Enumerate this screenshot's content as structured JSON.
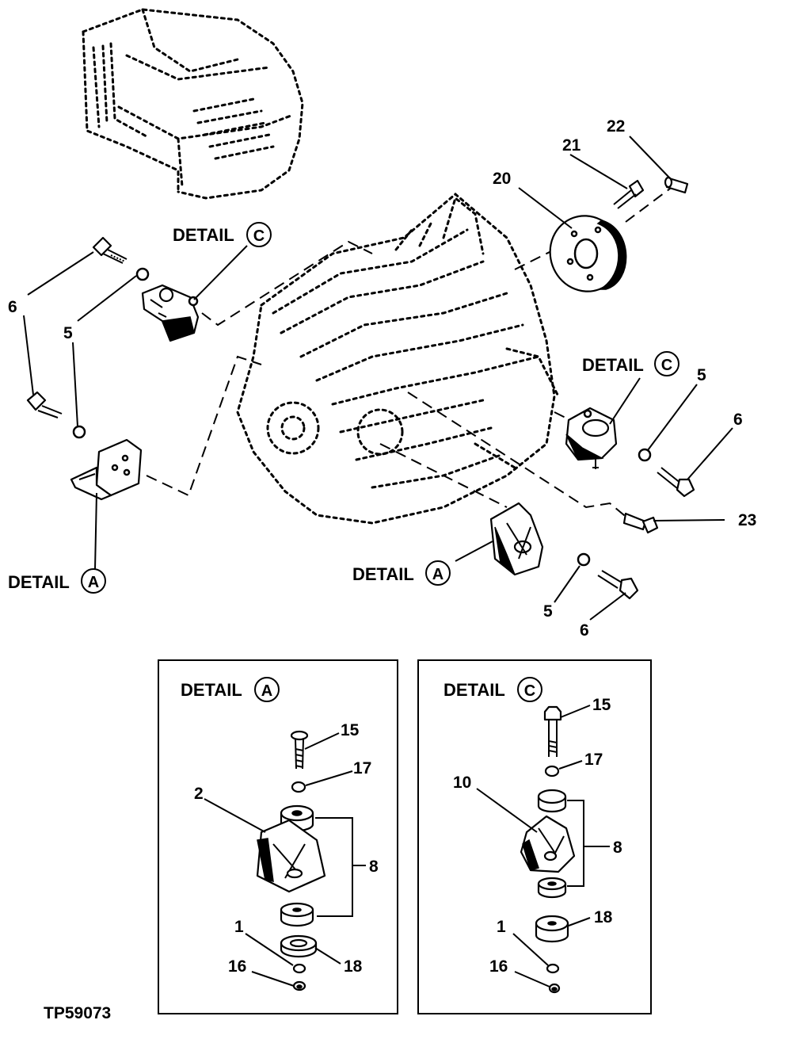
{
  "drawing_id": "TP59073",
  "details": {
    "detail_word": "DETAIL",
    "a": "A",
    "c": "C"
  },
  "callouts": {
    "n1": "1",
    "n2": "2",
    "n5": "5",
    "n6": "6",
    "n8": "8",
    "n10": "10",
    "n15": "15",
    "n16": "16",
    "n17": "17",
    "n18": "18",
    "n20": "20",
    "n21": "21",
    "n22": "22",
    "n23": "23"
  }
}
